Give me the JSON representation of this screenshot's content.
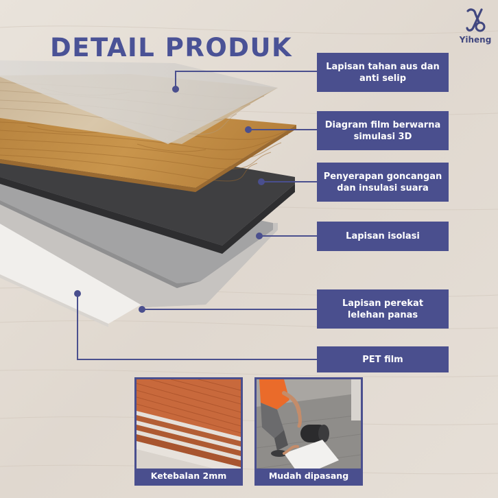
{
  "title": "DETAIL PRODUK",
  "brand": {
    "name": "Yiheng",
    "logo_icon": "yiheng-logo-icon"
  },
  "colors": {
    "primary": "#4a4f8e",
    "title": "#4a5296",
    "text_on_primary": "#ffffff"
  },
  "layers": [
    {
      "label": "Lapisan tahan aus dan anti selip"
    },
    {
      "label": "Diagram film berwarna simulasi 3D"
    },
    {
      "label": "Penyerapan goncangan dan insulasi suara"
    },
    {
      "label": "Lapisan isolasi"
    },
    {
      "label": "Lapisan perekat lelehan panas"
    },
    {
      "label": "PET film"
    }
  ],
  "photos": [
    {
      "caption": "Ketebalan 2mm"
    },
    {
      "caption": "Mudah dipasang"
    }
  ]
}
